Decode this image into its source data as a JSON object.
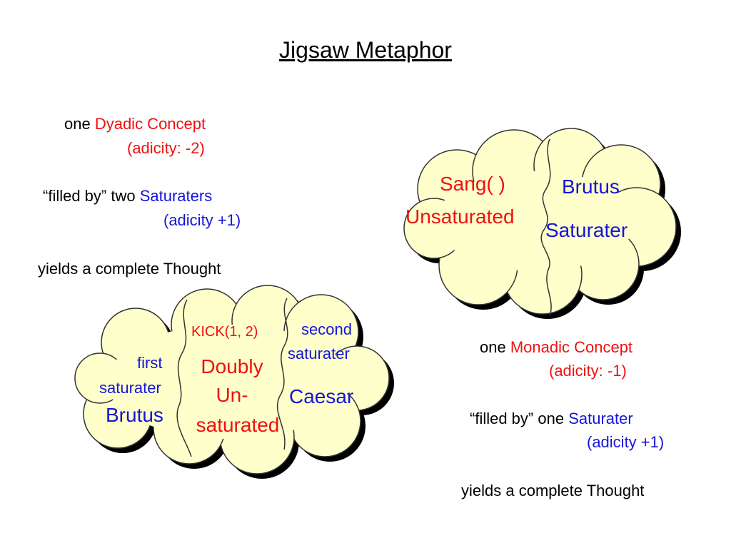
{
  "title": "Jigsaw Metaphor",
  "colors": {
    "concept": "#ee1111",
    "saturater": "#1515d8",
    "cloud_fill": "#ffffcc",
    "cloud_shadow": "#000000"
  },
  "dyadic_text": {
    "line1_prefix": "one ",
    "line1_concept": "Dyadic Concept",
    "line2": "(adicity: -2)",
    "line3_prefix": "“filled by” two ",
    "line3_saturaters": "Saturaters",
    "line4": "(adicity +1)",
    "line5": "yields a complete Thought"
  },
  "monadic_text": {
    "line1_prefix": "one ",
    "line1_concept": "Monadic Concept",
    "line2": "(adicity: -1)",
    "line3_prefix": "“filled by” one ",
    "line3_saturater": "Saturater",
    "line4": "(adicity +1)",
    "line5": "yields a complete Thought"
  },
  "monadic_cloud": {
    "concept_line1": "Sang(   )",
    "concept_line2": "Unsaturated",
    "saturater_line1": "Brutus",
    "saturater_line2": "Saturater"
  },
  "dyadic_cloud": {
    "left_line1": "first",
    "left_line2": "saturater",
    "left_line3": "Brutus",
    "concept_label": "KICK(1, 2)",
    "concept_line1": "Doubly",
    "concept_line2": "Un-",
    "concept_line3": "saturated",
    "right_line1": "second",
    "right_line2": "saturater",
    "right_line3": "Caesar"
  }
}
